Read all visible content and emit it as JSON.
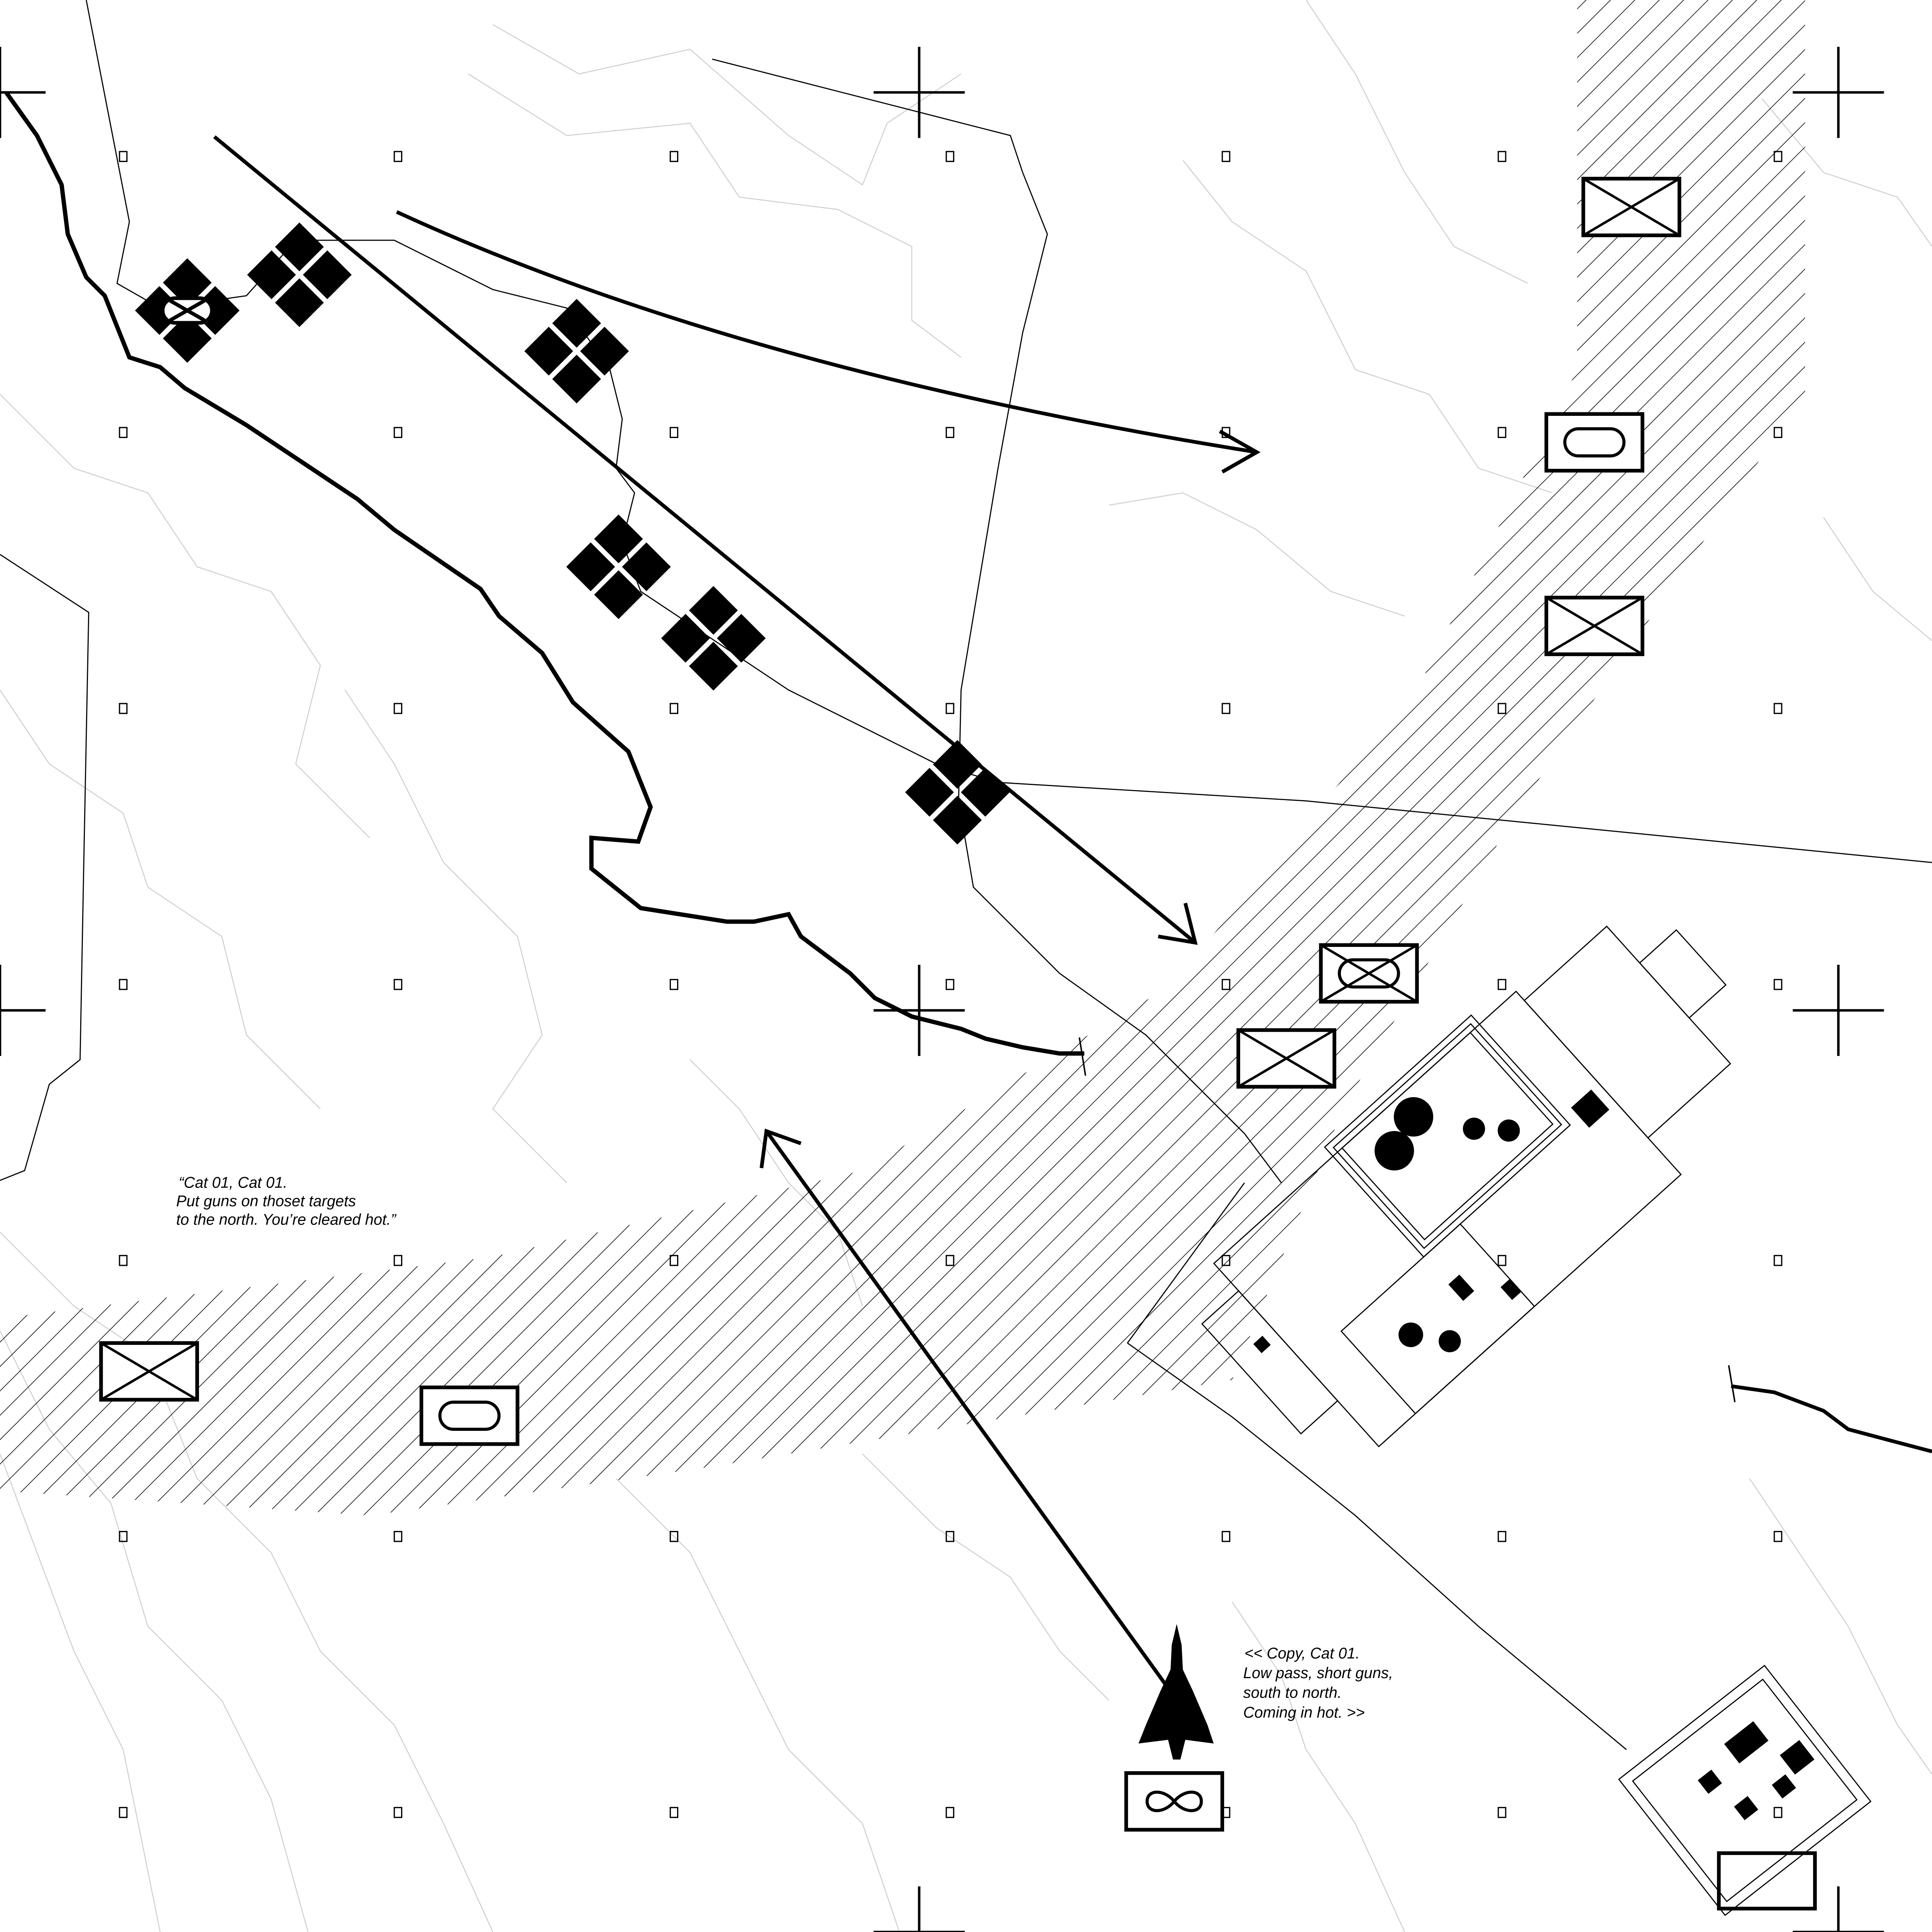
{
  "title": "Close air support gun run",
  "colors": {
    "ink": "#000000",
    "contour": "#cfcfcf",
    "background": "#ffffff"
  },
  "messages": {
    "jtac": {
      "lines": [
        "“Cat 01, Cat 01.",
        "Put guns on thoset targets",
        "to the north. You’re cleared hot.”"
      ]
    },
    "pilot": {
      "lines": [
        "<< Copy, Cat 01.",
        "Low pass, short guns,",
        "south to north.",
        "Coming in hot. >>"
      ]
    }
  },
  "units": [
    {
      "type": "infantry",
      "icon": "x-box-icon"
    },
    {
      "type": "armor",
      "icon": "oval-box-icon"
    },
    {
      "type": "air-support",
      "icon": "infinity-box-icon"
    },
    {
      "type": "enemy-position",
      "icon": "diamond-cluster-icon"
    }
  ]
}
